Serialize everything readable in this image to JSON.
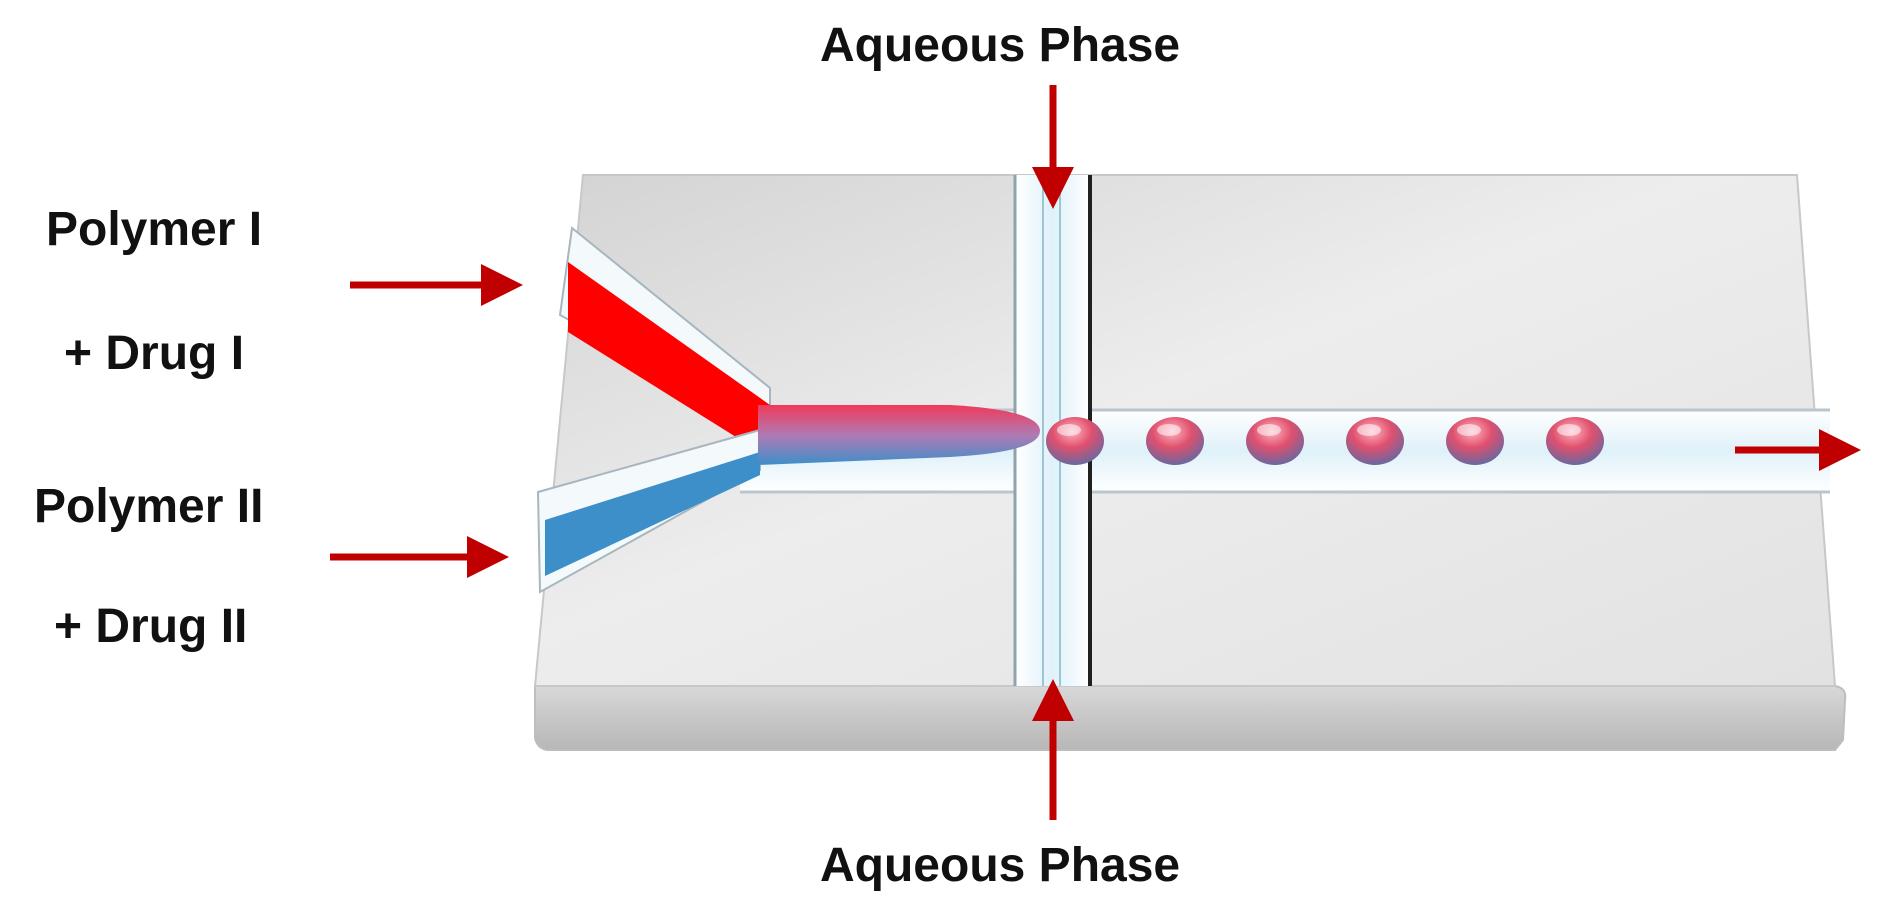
{
  "labels": {
    "aqueous_top": "Aqueous Phase",
    "aqueous_bottom": "Aqueous Phase",
    "polymer1_line1": "Polymer I",
    "polymer1_line2": "+ Drug I",
    "polymer2_line1": "Polymer II",
    "polymer2_line2": "+ Drug II"
  },
  "colors": {
    "arrow": "#c00000",
    "polymer_one": "#ff0000",
    "polymer_two": "#3d8fc9",
    "droplet": "#e0506e",
    "chip": "#e6e6e6",
    "channel": "#eaf6fb"
  },
  "droplets": {
    "count": 6
  }
}
